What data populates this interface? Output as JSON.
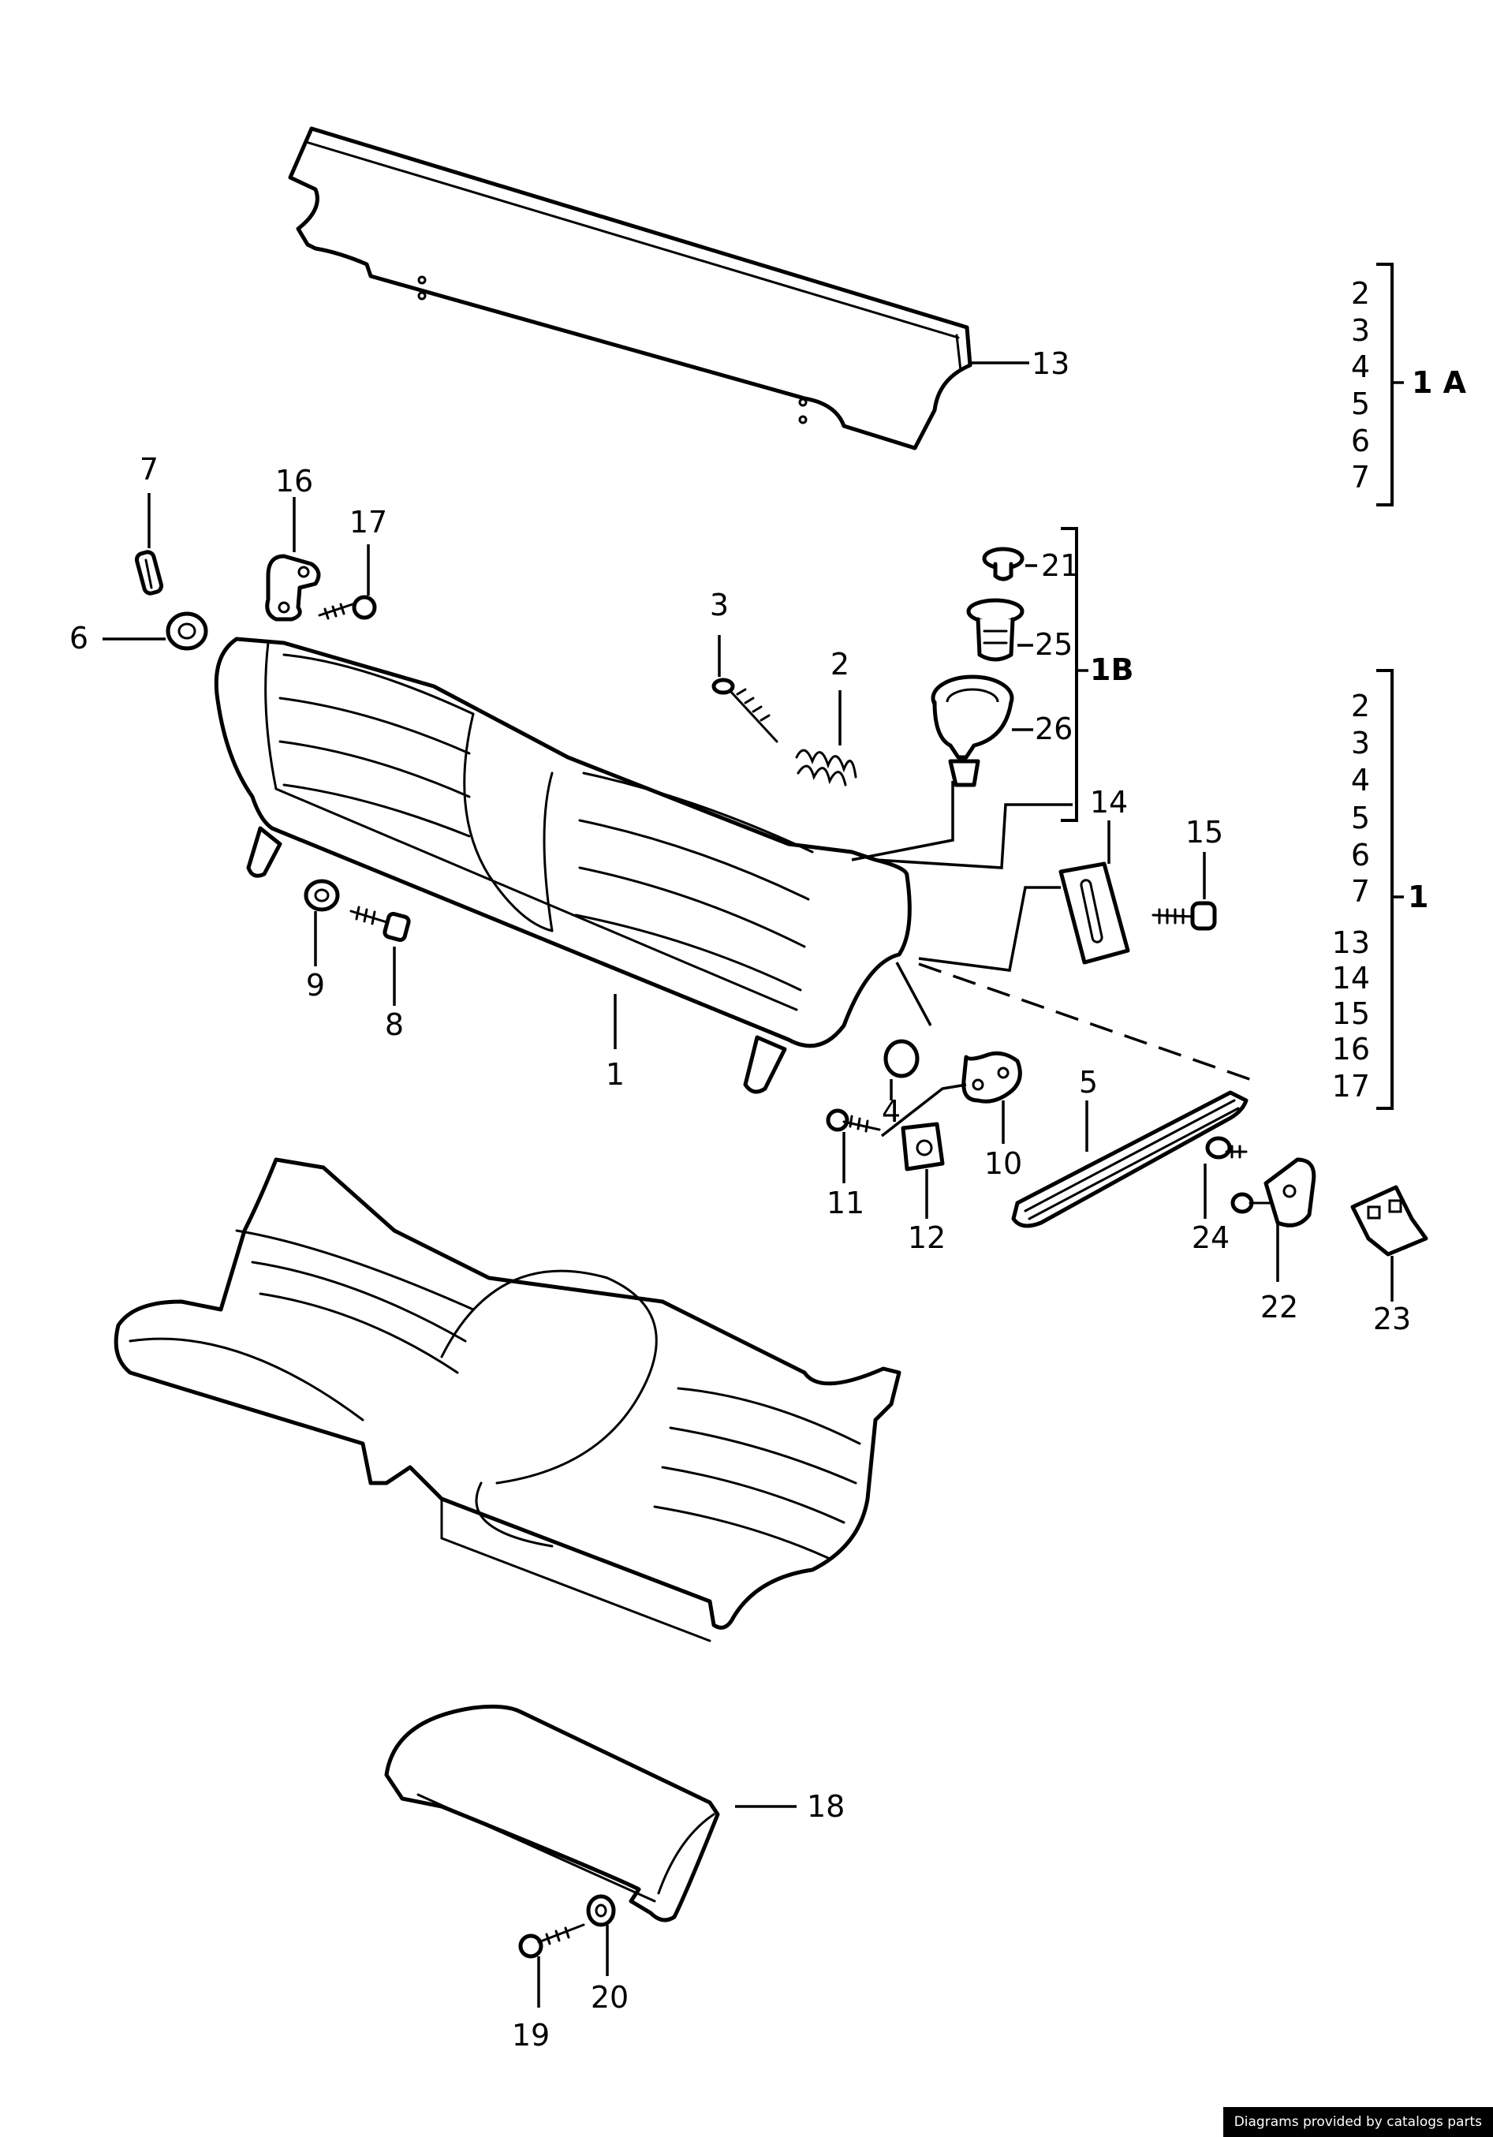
{
  "callouts": {
    "c1": "1",
    "c2": "2",
    "c3": "3",
    "c4": "4",
    "c5": "5",
    "c6": "6",
    "c7": "7",
    "c8": "8",
    "c9": "9",
    "c10": "10",
    "c11": "11",
    "c12": "12",
    "c13": "13",
    "c14": "14",
    "c15": "15",
    "c16": "16",
    "c17": "17",
    "c18": "18",
    "c19": "19",
    "c20": "20",
    "c21": "21",
    "c22": "22",
    "c23": "23",
    "c24": "24",
    "c25": "25",
    "c26": "26"
  },
  "groups": {
    "g1B": {
      "label": "1B",
      "items": [
        "21",
        "25",
        "26"
      ]
    },
    "g1A": {
      "label": "1 A",
      "items": [
        "2",
        "3",
        "4",
        "5",
        "6",
        "7"
      ]
    },
    "g1": {
      "label": "1",
      "items": [
        "2",
        "3",
        "4",
        "5",
        "6",
        "7",
        "13",
        "14",
        "15",
        "16",
        "17"
      ]
    }
  },
  "credit": "Diagrams provided by catalogs parts"
}
